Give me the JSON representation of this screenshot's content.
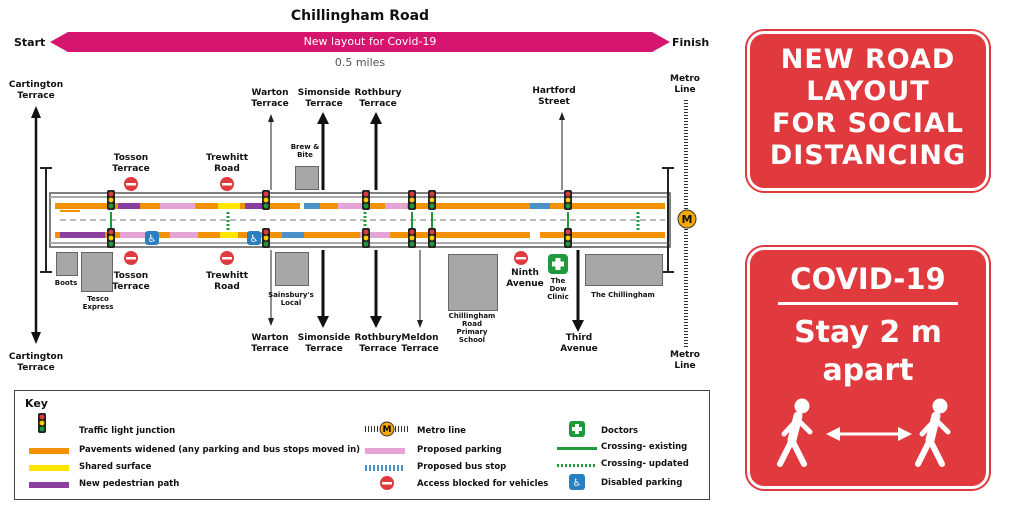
{
  "map": {
    "title": "Chillingham Road",
    "start": "Start",
    "finish": "Finish",
    "banner": "New layout for Covid-19",
    "distance": "0.5 miles",
    "streets": {
      "cartington_top": [
        "Cartington",
        "Terrace"
      ],
      "cartington_bottom": [
        "Cartington",
        "Terrace"
      ],
      "tosson_top": [
        "Tosson",
        "Terrace"
      ],
      "tosson_bottom": [
        "Tosson",
        "Terrace"
      ],
      "trewhitt_top": [
        "Trewhitt",
        "Road"
      ],
      "trewhitt_bottom": [
        "Trewhitt",
        "Road"
      ],
      "warton_top": [
        "Warton",
        "Terrace"
      ],
      "warton_bottom": [
        "Warton",
        "Terrace"
      ],
      "simonside_top": [
        "Simonside",
        "Terrace"
      ],
      "simonside_bottom": [
        "Simonside",
        "Terrace"
      ],
      "rothbury_top": [
        "Rothbury",
        "Terrace"
      ],
      "rothbury_bottom": [
        "Rothbury",
        "Terrace"
      ],
      "meldon_bottom": [
        "Meldon",
        "Terrace"
      ],
      "hartford_top": [
        "Hartford",
        "Street"
      ],
      "ninth_avenue": [
        "Ninth",
        "Avenue"
      ],
      "third_avenue": [
        "Third",
        "Avenue"
      ],
      "metro_top": [
        "Metro",
        "Line"
      ],
      "metro_bottom": [
        "Metro",
        "Line"
      ]
    },
    "places": {
      "brew_bite": [
        "Brew &",
        "Bite"
      ],
      "boots": "Boots",
      "tesco": [
        "Tesco",
        "Express"
      ],
      "sainsburys": [
        "Sainsbury's",
        "Local"
      ],
      "school": [
        "Chillingham",
        "Road",
        "Primary",
        "School"
      ],
      "dow_clinic": [
        "The",
        "Dow",
        "Clinic"
      ],
      "chillingham": "The Chillingham"
    }
  },
  "key": {
    "title": "Key",
    "items": {
      "traffic_light": "Traffic light junction",
      "pavements": "Pavements widened (any parking and bus stops moved in)",
      "shared": "Shared surface",
      "ped_path": "New pedestrian path",
      "metro": "Metro line",
      "parking": "Proposed parking",
      "bus_stop": "Proposed bus stop",
      "access": "Access blocked for vehicles",
      "doctors": "Doctors",
      "crossing_existing": "Crossing- existing",
      "crossing_updated": "Crossing- updated",
      "disabled": "Disabled parking"
    }
  },
  "signs": {
    "sign1": [
      "NEW ROAD",
      "LAYOUT",
      "FOR SOCIAL",
      "DISTANCING"
    ],
    "sign2_head": "COVID-19",
    "sign2_body": [
      "Stay 2 m",
      "apart"
    ]
  },
  "colors": {
    "magenta": "#d6166e",
    "orange": "#f39200",
    "yellow": "#ffe500",
    "purple": "#8a3f9e",
    "pink": "#e4a5d6",
    "blue": "#4a90c9",
    "green": "#1f9a3a",
    "red": "#e03a3e"
  }
}
